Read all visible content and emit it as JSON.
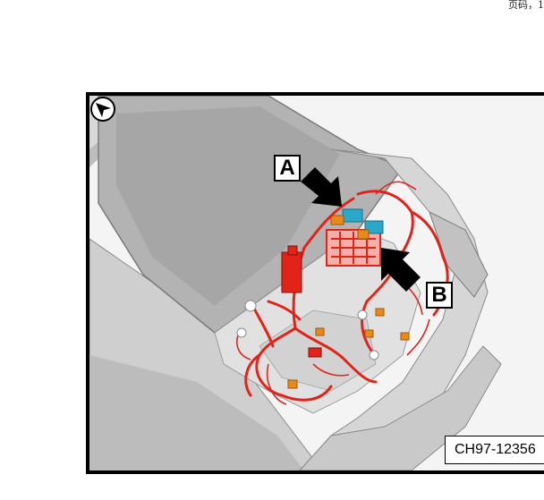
{
  "header": {
    "text": "页码，1"
  },
  "figure": {
    "callout_a": "A",
    "callout_b": "B",
    "figure_code": "CH97-12356",
    "icons": {
      "orientation": "orientation-arrow-icon",
      "arrow_a": "pointer-arrow-icon",
      "arrow_b": "pointer-arrow-icon"
    },
    "colors": {
      "wiring": "#e2231a",
      "relay": "#2aa8c8",
      "connector": "#e88a1a",
      "body": "#c8c8c8"
    }
  }
}
